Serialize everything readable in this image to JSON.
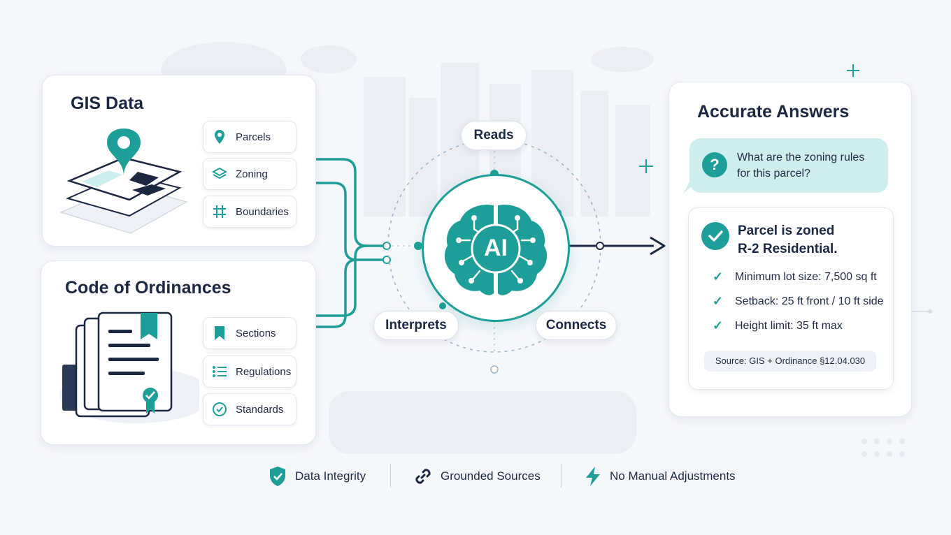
{
  "gis": {
    "title": "GIS Data",
    "items": [
      {
        "label": "Parcels",
        "icon": "map-pin-icon"
      },
      {
        "label": "Zoning",
        "icon": "layers-icon"
      },
      {
        "label": "Boundaries",
        "icon": "grid-hash-icon"
      }
    ]
  },
  "ordinances": {
    "title": "Code of Ordinances",
    "items": [
      {
        "label": "Sections",
        "icon": "bookmark-icon"
      },
      {
        "label": "Regulations",
        "icon": "list-icon"
      },
      {
        "label": "Standards",
        "icon": "check-circle-icon"
      }
    ]
  },
  "ai": {
    "center_label": "AI",
    "steps": {
      "reads": "Reads",
      "interprets": "Interprets",
      "connects": "Connects"
    }
  },
  "answers": {
    "title": "Accurate Answers",
    "question": "What are the zoning rules for this parcel?",
    "result_title": "Parcel is zoned R-2 Residential.",
    "details": [
      "Minimum lot size: 7,500 sq ft",
      "Setback: 25 ft front / 10 ft side",
      "Height limit: 35 ft max"
    ],
    "source": "Source: GIS + Ordinance §12.04.030"
  },
  "footer": {
    "integrity": "Data Integrity",
    "grounded": "Grounded Sources",
    "manual": "No Manual Adjustments"
  },
  "colors": {
    "teal": "#1e9e98",
    "navy": "#1c2742",
    "light_teal": "#cdeeed"
  }
}
